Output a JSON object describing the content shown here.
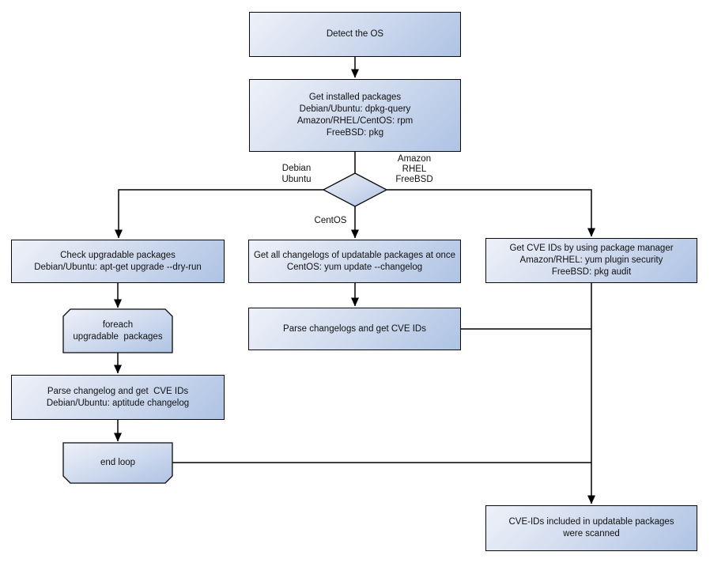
{
  "diagram": {
    "title_implied": "OS package CVE scanning flowchart",
    "nodes": {
      "detect_os": "Detect the OS",
      "get_installed_packages": "Get installed packages\nDebian/Ubuntu: dpkg-query\nAmazon/RHEL/CentOS: rpm\nFreeBSD: pkg",
      "check_upgradable": "Check upgradable packages\nDebian/Ubuntu: apt-get upgrade --dry-run",
      "foreach_loop": "foreach\nupgradable  packages",
      "parse_changelog_left": "Parse changelog and get  CVE IDs\nDebian/Ubuntu: aptitude changelog",
      "end_loop": "end loop",
      "get_all_changelogs": "Get all changelogs of updatable packages at once\nCentOS: yum update --changelog",
      "parse_changelogs_mid": "Parse changelogs and get CVE IDs",
      "get_cve_ids_pkg_manager": "Get CVE IDs by using package manager\nAmazon/RHEL: yum plugin security\nFreeBSD: pkg audit",
      "cve_ids_scanned": "CVE-IDs included in updatable packages\nwere scanned"
    },
    "edge_labels": {
      "debian_ubuntu": "Debian\nUbuntu",
      "amazon_rhel_freebsd": "Amazon\nRHEL\nFreeBSD",
      "centos": "CentOS"
    },
    "colors": {
      "node_fill_light": "#eef1f8",
      "node_fill_mid": "#cfdaee",
      "node_fill_dark": "#aec3e4",
      "node_border": "#0a0a0a",
      "connector": "#000000",
      "text": "#111111",
      "background": "#ffffff"
    }
  }
}
